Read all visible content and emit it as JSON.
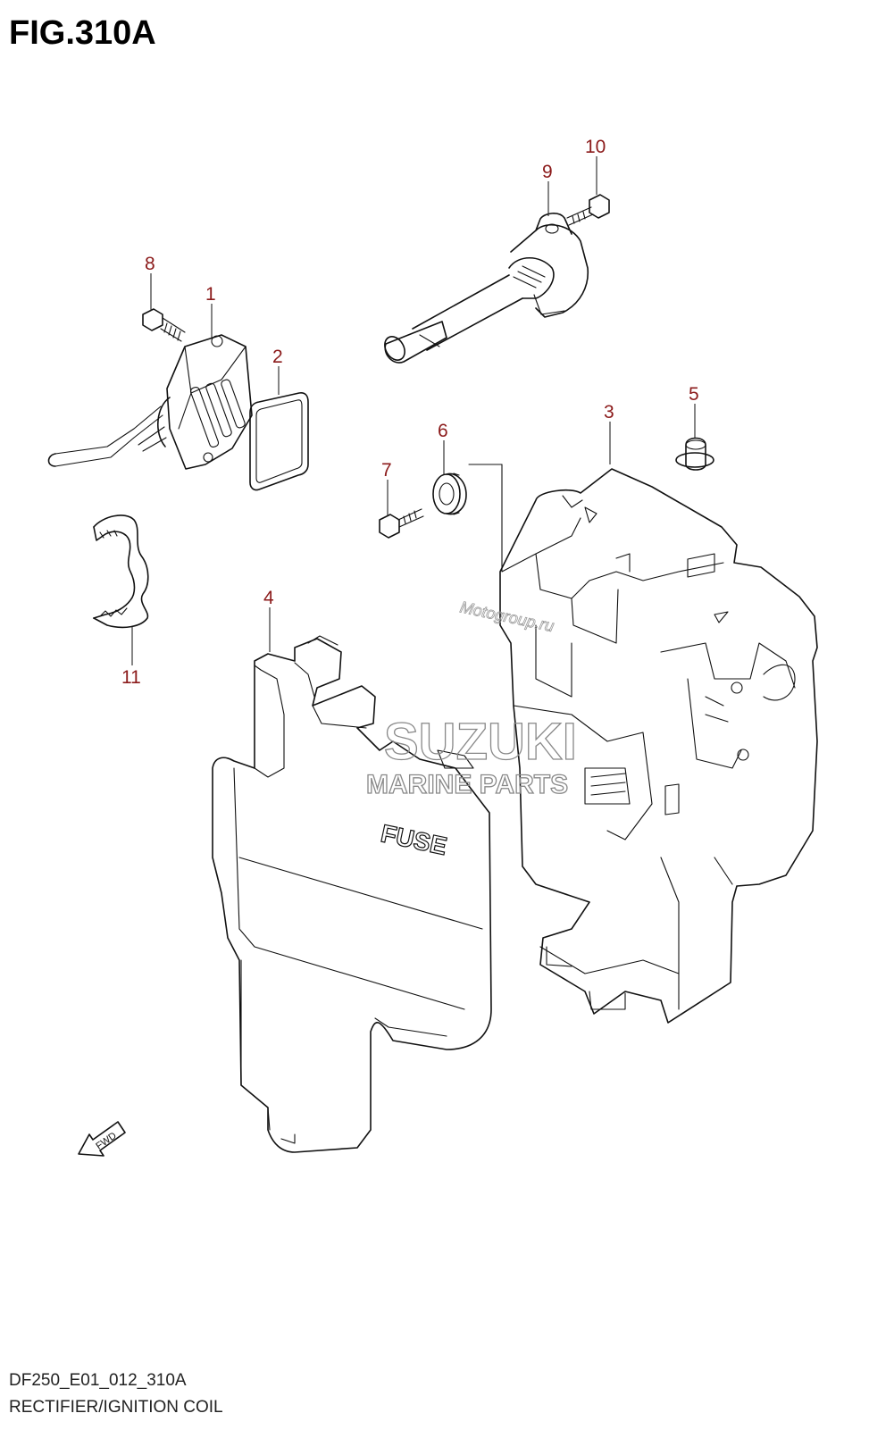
{
  "figure": {
    "title": "FIG.310A",
    "code": "DF250_E01_012_310A",
    "name": "RECTIFIER/IGNITION COIL"
  },
  "callouts": [
    "1",
    "2",
    "3",
    "4",
    "5",
    "6",
    "7",
    "8",
    "9",
    "10",
    "11"
  ],
  "cover_label": "FUSE",
  "direction_label": "FWD",
  "watermarks": {
    "brand": "SUZUKI",
    "sub": "MARINE PARTS",
    "site": "Motogroup.ru"
  }
}
